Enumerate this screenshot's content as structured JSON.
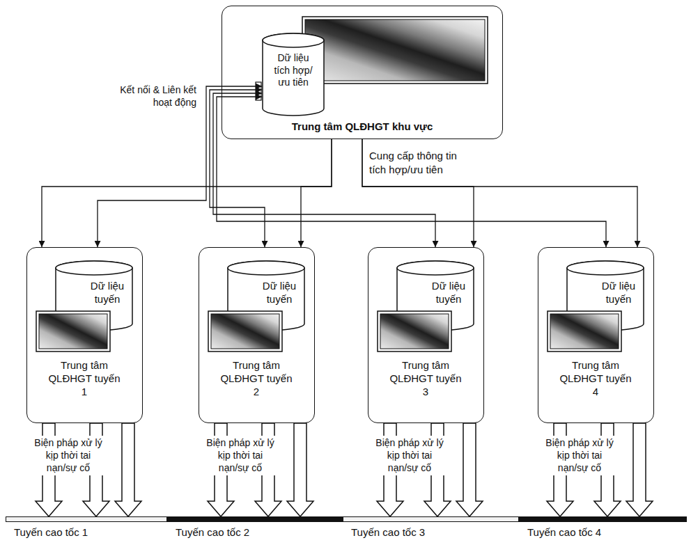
{
  "diagram": {
    "nodes": [
      {
        "text": [
          "Trung tâm QLĐHGT khu vực"
        ]
      },
      {
        "text": [
          "Dữ liệu tích hợp/ ưu tiên"
        ],
        "in": 0
      },
      {
        "text": [
          "Trung tâm QLĐHGT tuyến 1"
        ]
      },
      {
        "text": [
          "Dữ liệu tuyến"
        ],
        "in": 2
      },
      {
        "text": [
          "Trung tâm QLĐHGT tuyến 2"
        ]
      },
      {
        "text": [
          "Dữ liệu tuyến"
        ],
        "in": 4
      },
      {
        "text": [
          "Trung tâm QLĐHGT tuyến 3"
        ]
      },
      {
        "text": [
          "Dữ liệu tuyến"
        ],
        "in": 6
      },
      {
        "text": [
          "Trung tâm QLĐHGT tuyến 4"
        ]
      },
      {
        "text": [
          "Dữ liệu tuyến"
        ],
        "in": 8
      },
      {
        "text": [
          "Tuyến cao tốc 1"
        ]
      },
      {
        "text": [
          "Tuyến cao tốc 2"
        ]
      },
      {
        "text": [
          "Tuyến cao tốc 3"
        ]
      },
      {
        "text": [
          "Tuyến cao tốc 4"
        ]
      }
    ],
    "edges": [
      {
        "from": 1,
        "to": 2,
        "arrow": "both"
      },
      {
        "from": 1,
        "to": 4,
        "arrow": "both"
      },
      {
        "from": 1,
        "to": 6,
        "arrow": "both"
      },
      {
        "from": 1,
        "to": 8,
        "arrow": "both"
      },
      {
        "from": 0,
        "to": 2,
        "arrow": "to"
      },
      {
        "from": 0,
        "to": 4,
        "arrow": "to"
      },
      {
        "from": 0,
        "to": 6,
        "arrow": "to"
      },
      {
        "from": 0,
        "to": 8,
        "arrow": "to"
      },
      {
        "from": 2,
        "to": 10,
        "arrow": "to",
        "label": "Biện pháp xử lý kịp thời tai nạn/sự cố"
      },
      {
        "from": 2,
        "to": 10,
        "arrow": "to"
      },
      {
        "from": 2,
        "to": 10,
        "arrow": "to"
      },
      {
        "from": 4,
        "to": 11,
        "arrow": "to",
        "label": "Biện pháp xử lý kịp thời tai nạn/sự cố"
      },
      {
        "from": 4,
        "to": 11,
        "arrow": "to"
      },
      {
        "from": 4,
        "to": 11,
        "arrow": "to"
      },
      {
        "from": 6,
        "to": 12,
        "arrow": "to",
        "label": "Biện pháp xử lý kịp thời tai nạn/sự cố"
      },
      {
        "from": 6,
        "to": 12,
        "arrow": "to"
      },
      {
        "from": 6,
        "to": 12,
        "arrow": "to"
      },
      {
        "from": 8,
        "to": 13,
        "arrow": "to",
        "label": "Biện pháp xử lý kịp thời tai nạn/sự cố"
      },
      {
        "from": 8,
        "to": 13,
        "arrow": "to"
      },
      {
        "from": 8,
        "to": 13,
        "arrow": "to"
      }
    ],
    "labels": [
      "Kết nối & Liên kết hoạt động",
      "Cung cấp thông tin tích hợp/ưu tiên"
    ]
  }
}
